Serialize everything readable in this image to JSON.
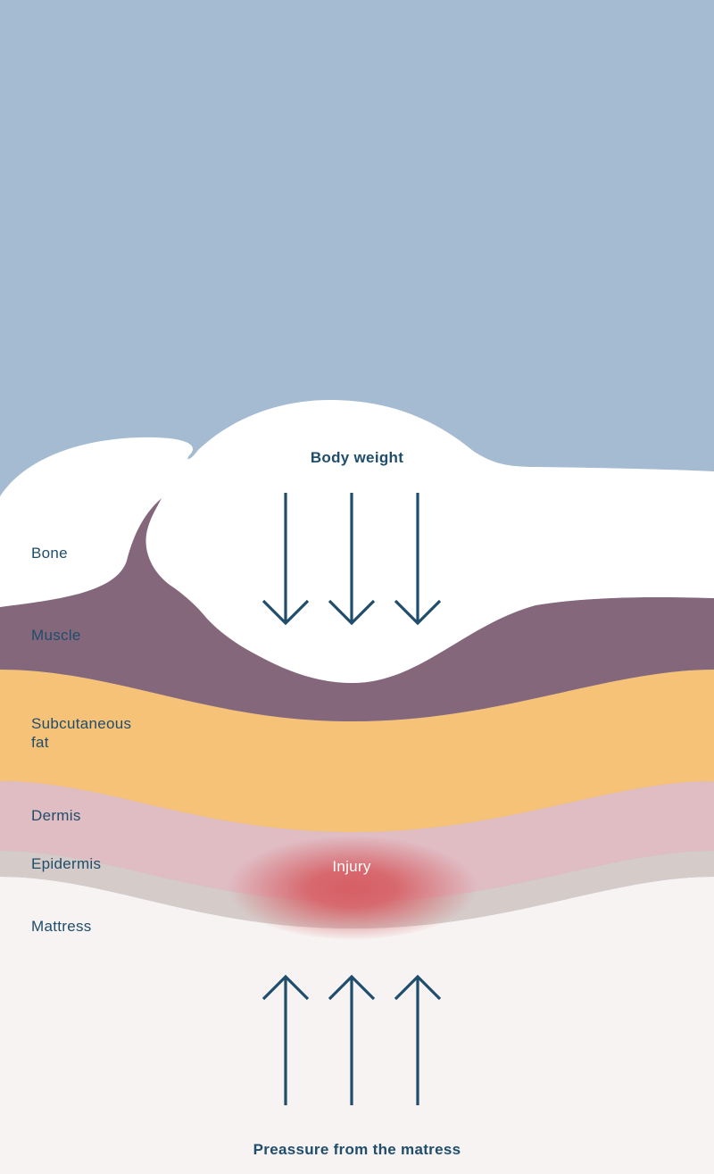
{
  "diagram": {
    "top_caption": "Body weight",
    "bottom_caption": "Preassure from the matress",
    "injury_label": "Injury",
    "layers": {
      "bone": "Bone",
      "muscle": "Muscle",
      "fat": "Subcutaneous\nfat",
      "dermis": "Dermis",
      "epidermis": "Epidermis",
      "mattress": "Mattress"
    },
    "colors": {
      "background": "#a5bbd1",
      "body": "#ffffff",
      "muscle": "#85677c",
      "fat": "#f6c278",
      "dermis": "#e0bcc3",
      "epidermis": "#d5ccca",
      "mattress": "#f7f3f2",
      "injury": "#d65f65",
      "text": "#1f4d6b",
      "arrows": "#1f4d6b"
    },
    "icons": {
      "body_weight": "arrow-down-icon",
      "mattress_pressure": "arrow-up-icon"
    }
  }
}
